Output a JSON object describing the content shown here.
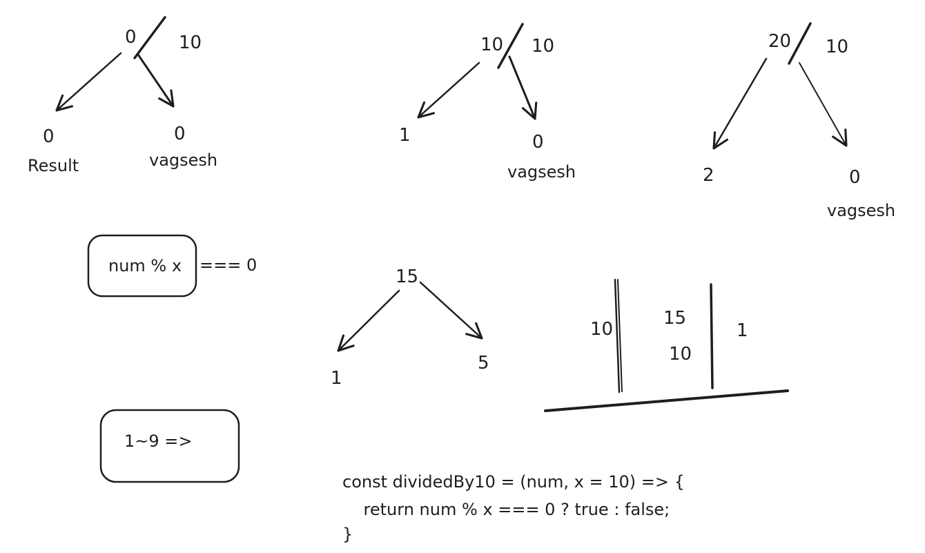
{
  "diagram": {
    "tree1": {
      "root_left": "0",
      "root_right": "10",
      "left_value": "0",
      "left_label": "Result",
      "right_value": "0",
      "right_label": "vagsesh"
    },
    "tree2": {
      "root_left": "10",
      "root_right": "10",
      "left_value": "1",
      "right_value": "0",
      "right_label": "vagsesh"
    },
    "tree3": {
      "root_left": "20",
      "root_right": "10",
      "left_value": "2",
      "right_value": "0",
      "right_label": "vagsesh"
    },
    "tree4": {
      "root": "15",
      "left_value": "1",
      "right_value": "5"
    },
    "box1": {
      "inner_text": "num % x",
      "trailing_text": "=== 0"
    },
    "box2": {
      "text": "1~9 =>"
    },
    "table": {
      "left_value": "10",
      "middle_top": "15",
      "middle_bottom": "10",
      "right_value": "1"
    },
    "code": {
      "lines": [
        "const dividedBy10 = (num, x = 10) => {",
        "    return num % x === 0 ? true : false;",
        "}"
      ]
    }
  }
}
